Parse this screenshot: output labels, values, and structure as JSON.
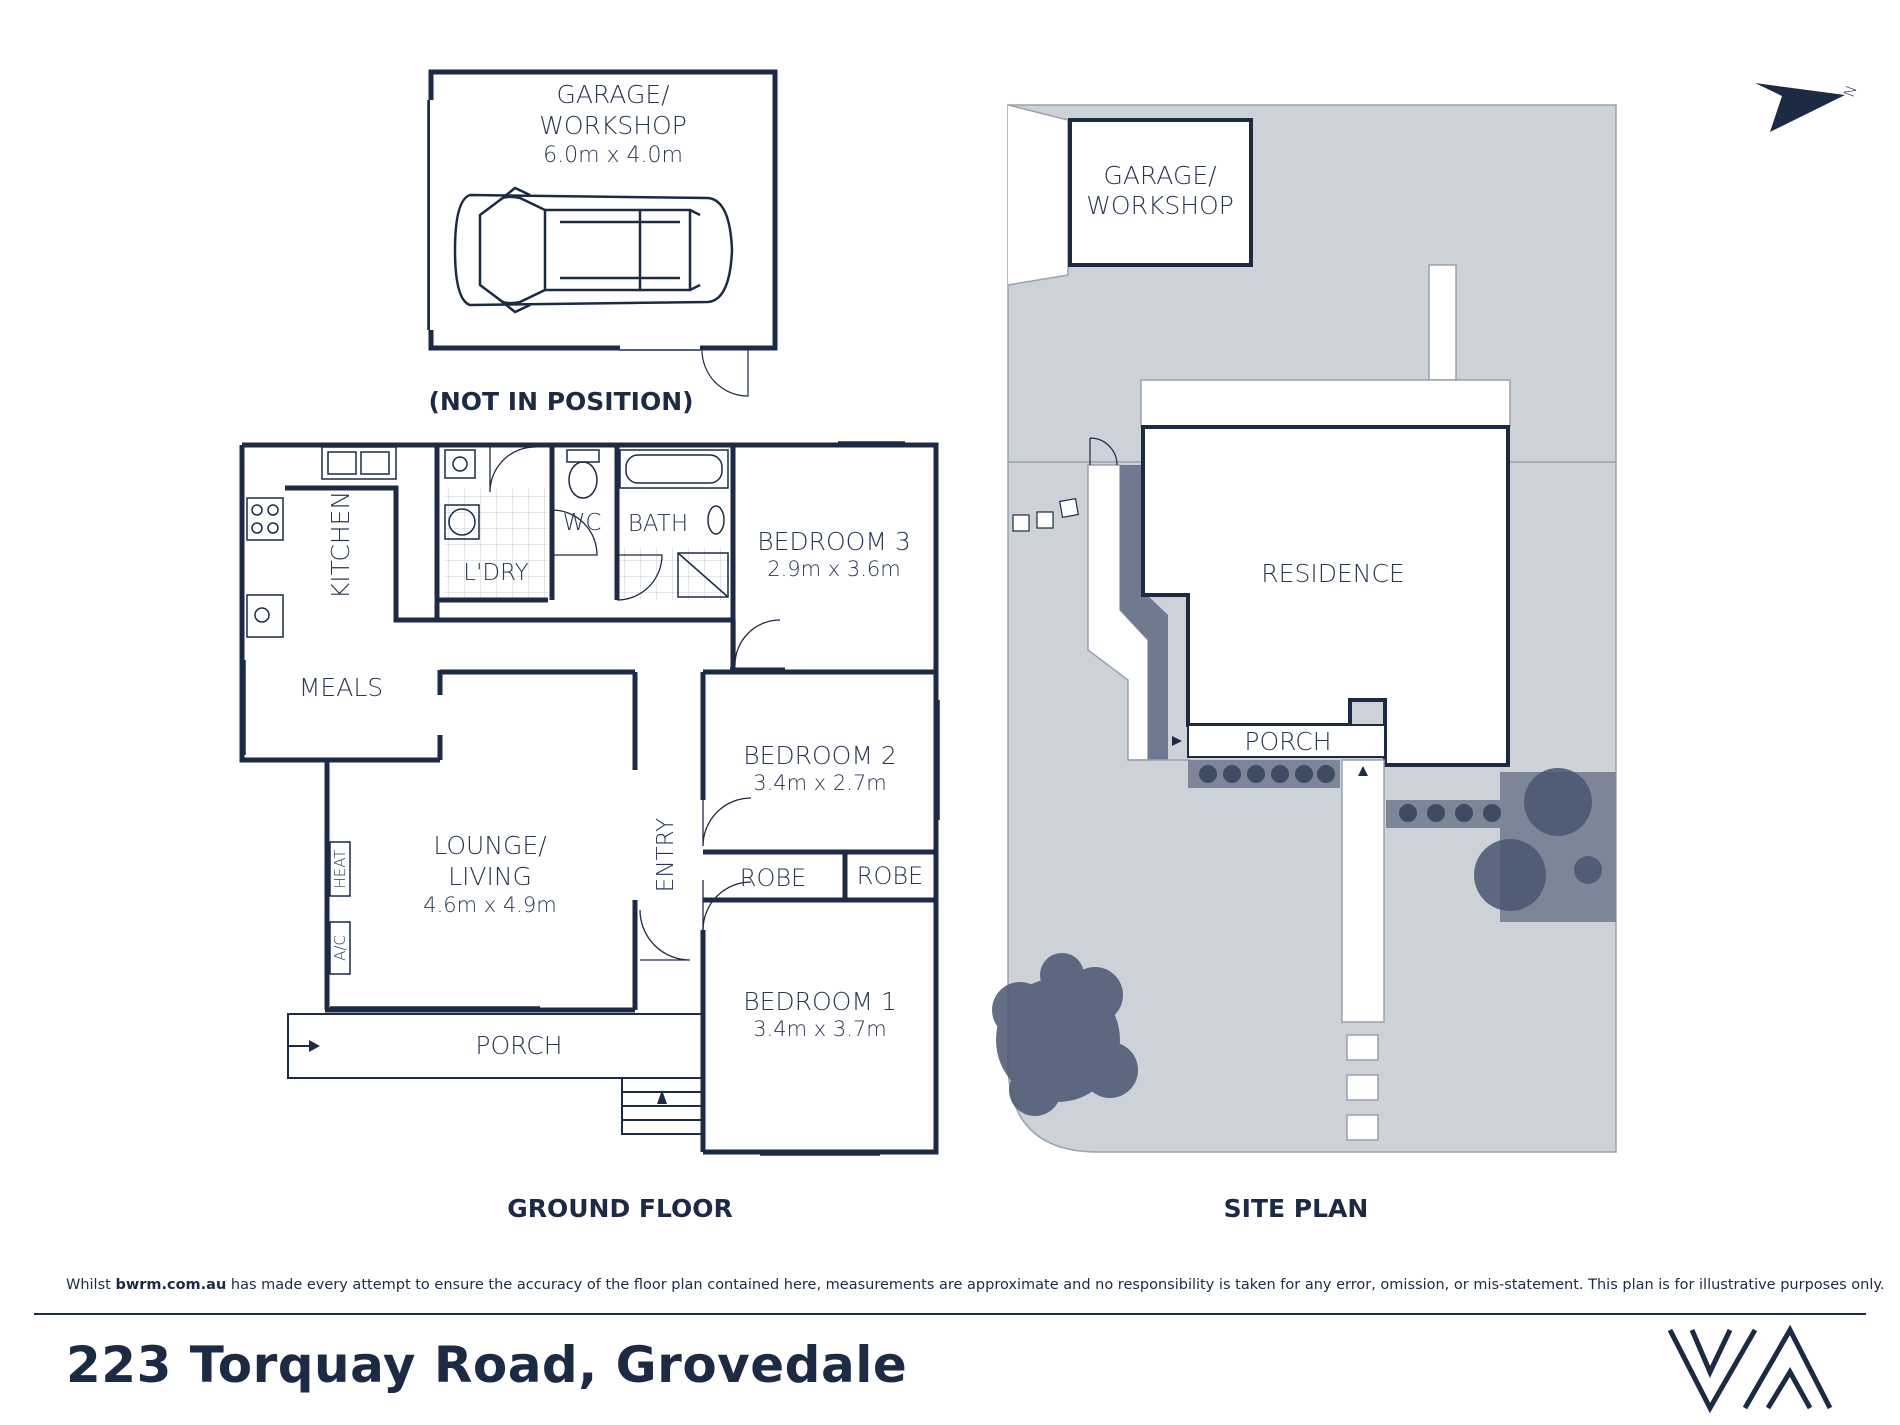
{
  "garage_plan": {
    "name_line1": "GARAGE/",
    "name_line2": "WORKSHOP",
    "dimensions": "6.0m x 4.0m",
    "note": "(NOT IN POSITION)"
  },
  "ground_floor": {
    "title": "GROUND FLOOR",
    "rooms": {
      "kitchen": "KITCHEN",
      "meals": "MEALS",
      "laundry": "L'DRY",
      "wc": "WC",
      "bath": "BATH",
      "bedroom3_name": "BEDROOM 3",
      "bedroom3_dims": "2.9m x 3.6m",
      "bedroom2_name": "BEDROOM 2",
      "bedroom2_dims": "3.4m x 2.7m",
      "bedroom1_name": "BEDROOM 1",
      "bedroom1_dims": "3.4m x 3.7m",
      "lounge_line1": "LOUNGE/",
      "lounge_line2": "LIVING",
      "lounge_dims": "4.6m x 4.9m",
      "entry": "ENTRY",
      "robe_left": "ROBE",
      "robe_right": "ROBE",
      "heat": "HEAT",
      "ac": "A/C",
      "porch": "PORCH"
    }
  },
  "site_plan": {
    "title": "SITE PLAN",
    "garage_line1": "GARAGE/",
    "garage_line2": "WORKSHOP",
    "residence": "RESIDENCE",
    "porch": "PORCH",
    "north_label": "N"
  },
  "footer": {
    "disclaimer_prefix": "Whilst",
    "disclaimer_site": "bwrm.com.au",
    "disclaimer_rest": "has made every attempt to ensure the accuracy of the floor plan contained here, measurements are approximate and no responsibility is taken for any error, omission, or mis-statement. This plan is for illustrative purposes only.",
    "address": "223 Torquay Road, Grovedale",
    "logo_text": "VA"
  },
  "colors": {
    "wall": "#1c2a44",
    "site_fill": "#cdd1d8",
    "garden_fill": "#7d8699",
    "plant": "#4a5570",
    "text": "#2a3650"
  }
}
